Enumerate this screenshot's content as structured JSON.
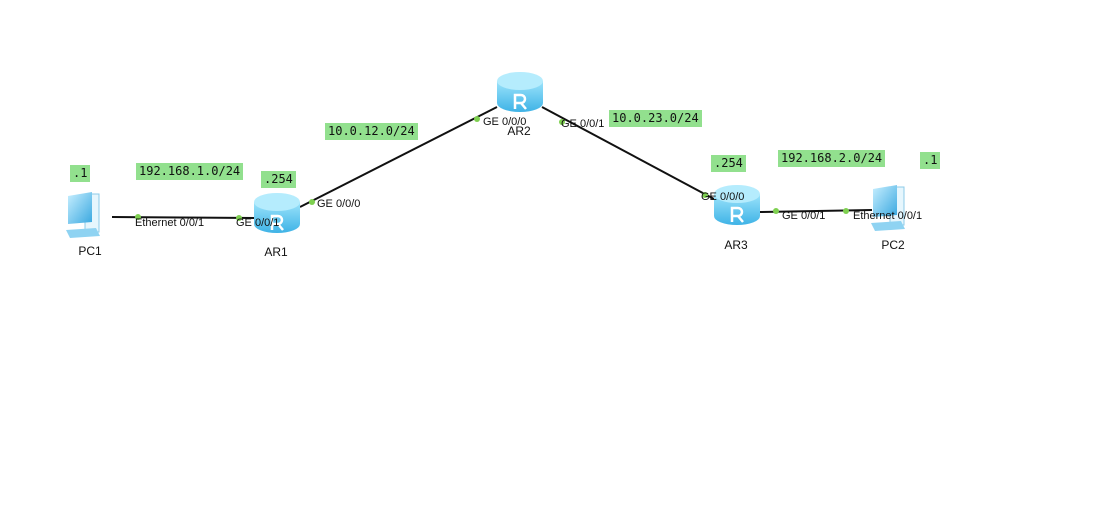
{
  "devices": [
    {
      "name": "PC1",
      "type": "pc"
    },
    {
      "name": "AR1",
      "type": "router"
    },
    {
      "name": "AR2",
      "type": "router"
    },
    {
      "name": "AR3",
      "type": "router"
    },
    {
      "name": "PC2",
      "type": "pc"
    }
  ],
  "ports": [
    "Ethernet 0/0/1",
    "GE 0/0/1",
    "GE 0/0/0",
    "GE 0/0/0",
    "GE 0/0/1",
    "GE 0/0/0",
    "GE 0/0/1",
    "Ethernet 0/0/1"
  ],
  "labels": [
    ".1",
    "192.168.1.0/24",
    ".254",
    "10.0.12.0/24",
    "10.0.23.0/24",
    ".254",
    "192.168.2.0/24",
    ".1"
  ],
  "colors": {
    "label_bg": "#92e08e",
    "router": "#5ec8ee",
    "link": "#111111",
    "port_dot": "#7ed050"
  }
}
